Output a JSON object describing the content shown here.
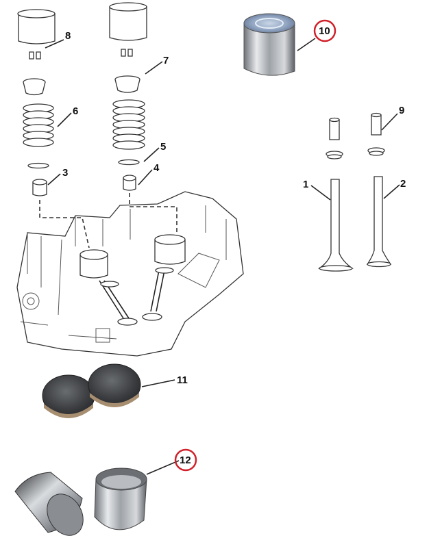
{
  "colors": {
    "background": "#ffffff",
    "line": "#222222",
    "highlight_circle": "#d0202a"
  },
  "callouts": [
    {
      "id": "1",
      "text": "1"
    },
    {
      "id": "2",
      "text": "2"
    },
    {
      "id": "3",
      "text": "3"
    },
    {
      "id": "4",
      "text": "4"
    },
    {
      "id": "5",
      "text": "5"
    },
    {
      "id": "6",
      "text": "6"
    },
    {
      "id": "7",
      "text": "7"
    },
    {
      "id": "8",
      "text": "8"
    },
    {
      "id": "9",
      "text": "9"
    },
    {
      "id": "10",
      "text": "10",
      "highlighted": true
    },
    {
      "id": "11",
      "text": "11"
    },
    {
      "id": "12",
      "text": "12",
      "highlighted": true
    }
  ]
}
